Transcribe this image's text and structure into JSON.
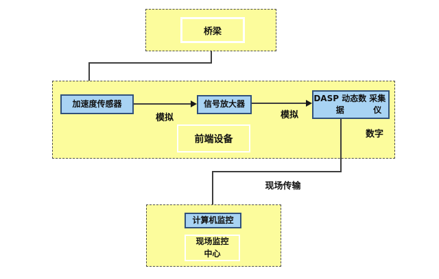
{
  "diagram": {
    "nodes": {
      "bridge": "桥梁",
      "sensor": "加速度传感器",
      "amplifier": "信号放大器",
      "dasp_line1": "DASP 动态数据",
      "dasp_line2": "采集仪",
      "frontend_group_title": "前端设备",
      "computer": "计算机监控",
      "center_line1": "现场监控",
      "center_line2": "中心"
    },
    "edge_labels": {
      "analog_left": "模拟",
      "analog_right": "模拟",
      "digital": "数字",
      "transmission": "现场传输"
    },
    "colors": {
      "group_fill": "#FCFC9C",
      "group_dash_border": "#4a4a4a",
      "node_fill": "#A8D3F3",
      "node_border": "#30507A",
      "label_box_border": "#ffffff",
      "connector_line": "#3c3c3c",
      "text": "#111111",
      "page_background": "#ffffff"
    }
  }
}
